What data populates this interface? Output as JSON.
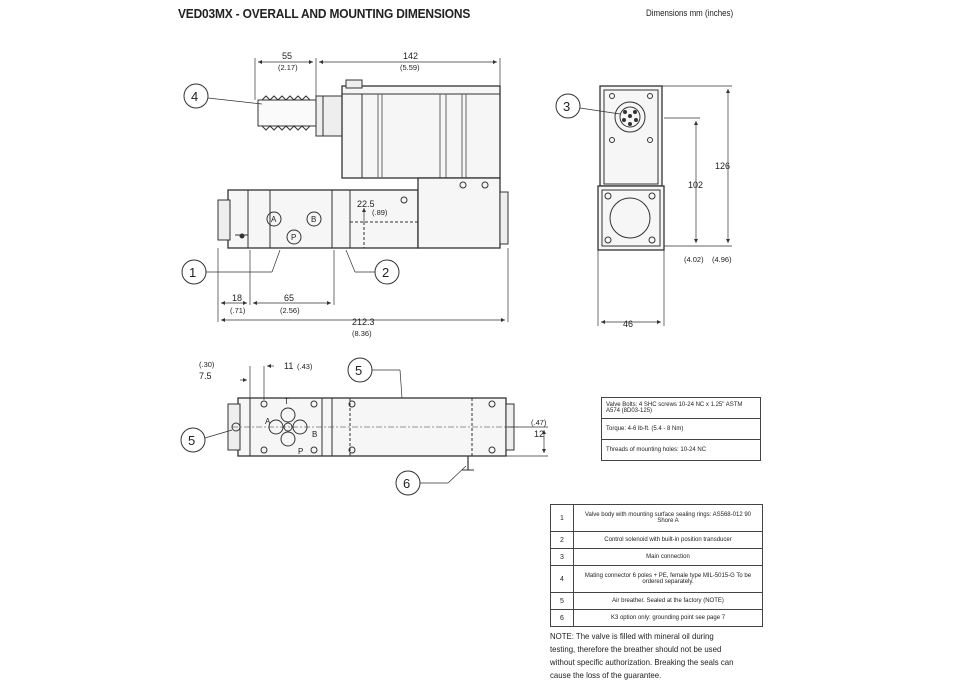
{
  "header": {
    "title": "VED03MX - OVERALL AND MOUNTING DIMENSIONS",
    "units": "Dimensions mm (inches)"
  },
  "dims": {
    "d55": "55",
    "d55in": "(2.17)",
    "d142": "142",
    "d142in": "(5.59)",
    "d22": "22.5",
    "d22in": "(.89)",
    "d18": "18",
    "d18in": "(.71)",
    "d65": "65",
    "d65in": "(2.56)",
    "d212": "212.3",
    "d212in": "(8.36)",
    "d126": "126",
    "d102": "102",
    "d102in": "(4.02)",
    "d126in": "(4.96)",
    "d46": "46",
    "d30": "(.30)",
    "d75": "7.5",
    "d11": "11",
    "d11in": "(.43)",
    "d47": "(.47)",
    "d12": "12"
  },
  "callouts": [
    "1",
    "2",
    "3",
    "4",
    "5",
    "5",
    "6"
  ],
  "ports": {
    "A": "A",
    "B": "B",
    "P": "P",
    "T": "T"
  },
  "spec_table": [
    "Valve Bolts: 4 SHC screws 10-24 NC x 1.25\" ASTM A574 (8D03-125)",
    "Torque: 4-6 lb-ft. (5.4 - 8 Nm)",
    "Threads of mounting holes: 10-24 NC"
  ],
  "legend": [
    {
      "num": "1",
      "text": "Valve body with mounting surface sealing rings: AS568-012 90 Shore A"
    },
    {
      "num": "2",
      "text": "Control solenoid with built-in position transducer"
    },
    {
      "num": "3",
      "text": "Main connection"
    },
    {
      "num": "4",
      "text": "Mating connector 6 poles + PE, female type MIL-5015-G To be ordered separately."
    },
    {
      "num": "5",
      "text": "Air breather. Sealed at the factory (NOTE)"
    },
    {
      "num": "6",
      "text": "K3 option only: grounding point see page 7"
    }
  ],
  "note": "NOTE: The valve is filled with mineral oil during testing, therefore the breather should not be used without specific authorization. Breaking the seals can cause the loss of the guarantee."
}
